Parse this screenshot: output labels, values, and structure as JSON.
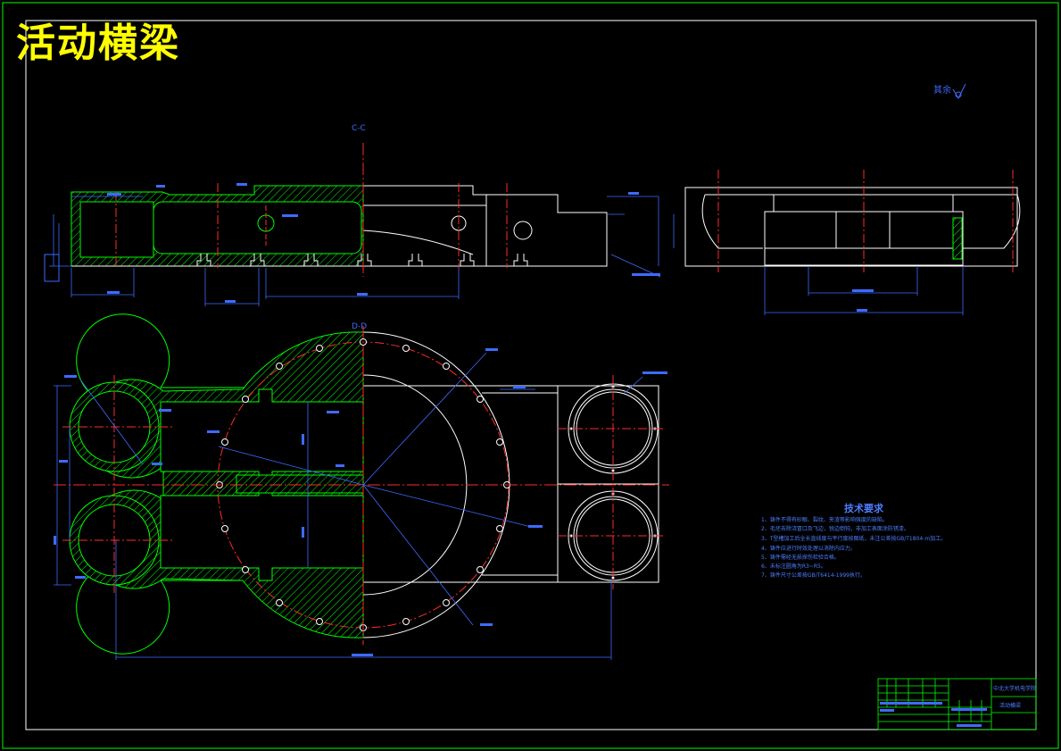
{
  "drawing": {
    "title": "活动横梁",
    "section_labels": {
      "c": "C-C",
      "d": "D-D"
    },
    "roughness_note": "其余"
  },
  "technical_requirements": {
    "title": "技术要求",
    "items": [
      "1、铸件不得有砂眼、裂纹、夹渣等影响强度的缺陷。",
      "2、毛坯去除浇冒口及飞边，锐边倒钝，非加工表面涂防锈漆。",
      "3、T型槽加工后全长直线度与平行度按图纸，未注公差按GB/T1804-m加工。",
      "4、铸件应进行时效处理以消除内应力。",
      "5、铸件需经无损探伤检验合格。",
      "6、未标注圆角为R3~R5。",
      "7、铸件尺寸公差按GB/T6414-1999执行。"
    ]
  },
  "title_block": {
    "school": "中北大学机电学院",
    "part_name": "活动横梁"
  },
  "colors": {
    "background": "#000000",
    "frame": "#00ff00",
    "outline": "#ffffff",
    "hatch": "#00ff00",
    "dimension": "#3d6bff",
    "centerline": "#ff2a2a",
    "title": "#ffff00"
  }
}
